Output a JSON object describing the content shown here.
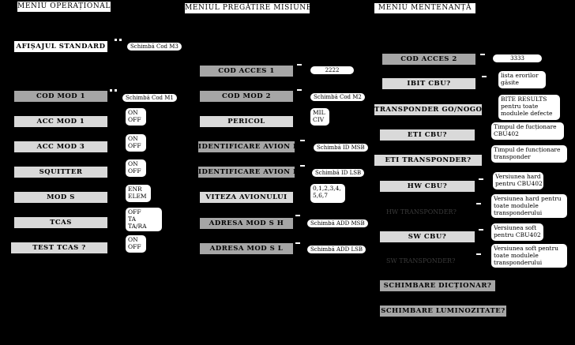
{
  "headers": {
    "operational": "MENIU OPERAȚIONAL",
    "pregatire": "MENIUL PREGĂTIRE MISIUNE",
    "mentenanta": "MENIU MENTENANȚĂ"
  },
  "operational": {
    "standard": "AFIȘAJUL STANDARD",
    "standard_note": "Schimbă Cod M3",
    "items": [
      {
        "label": "COD MOD 1",
        "note": "Schimbă Cod M1"
      },
      {
        "label": "ACC MOD 1",
        "note": "ON\nOFF"
      },
      {
        "label": "ACC MOD 3",
        "note": "ON\nOFF"
      },
      {
        "label": "SQUITTER",
        "note": "ON\nOFF"
      },
      {
        "label": "MOD S",
        "note": "ENR\nELEM"
      },
      {
        "label": "TCAS",
        "note": "OFF\nTA\nTA/RA"
      },
      {
        "label": "TEST TCAS ?",
        "note": "ON\nOFF"
      }
    ]
  },
  "pregatire": {
    "items": [
      {
        "label": "COD ACCES 1",
        "note": "2222"
      },
      {
        "label": "COD MOD 2",
        "note": "Schimbă Cod M2"
      },
      {
        "label": "PERICOL",
        "note": "MIL\nCIV"
      },
      {
        "label": "IDENTIFICARE AVION H",
        "note": "Schimbă ID MSB"
      },
      {
        "label": "IDENTIFICARE AVION L",
        "note": "Schimbă ID LSB"
      },
      {
        "label": "VITEZA AVIONULUI",
        "note": "0,1,2,3,4,\n5,6,7"
      },
      {
        "label": "ADRESA MOD S H",
        "note": "Schimbă ADD MSB"
      },
      {
        "label": "ADRESA MOD S L",
        "note": "Schimbă ADD LSB"
      }
    ]
  },
  "mentenanta": {
    "items": [
      {
        "label": "COD ACCES 2",
        "note": "3333"
      },
      {
        "label": "IBIT CBU?",
        "note": "lista erorilor\ngăsite"
      },
      {
        "label": "TRANSPONDER GO/NOGO",
        "note": "BITE RESULTS\npentru toate\nmodulele defecte"
      },
      {
        "label": "ETI CBU?",
        "note": "Timpul de fucționare\nCBU402"
      },
      {
        "label": "ETI TRANSPONDER?",
        "note": "Timpul de funcționare\ntransponder"
      },
      {
        "label": "HW CBU?",
        "note": "Versiunea hard\npentru CBU402"
      },
      {
        "label": "",
        "note": "Versiunea hard pentru\ntoate modulele\ntransponderului"
      },
      {
        "label": "SW CBU?",
        "note": "Versiunea soft\npentru CBU402"
      },
      {
        "label": "",
        "note": "Versiunea soft pentru\ntoate modulele\ntransponderului"
      },
      {
        "label": "SCHIMBARE DICȚIONAR?",
        "note": ""
      },
      {
        "label": "SCHIMBARE LUMINOZITATE?",
        "note": ""
      }
    ]
  }
}
